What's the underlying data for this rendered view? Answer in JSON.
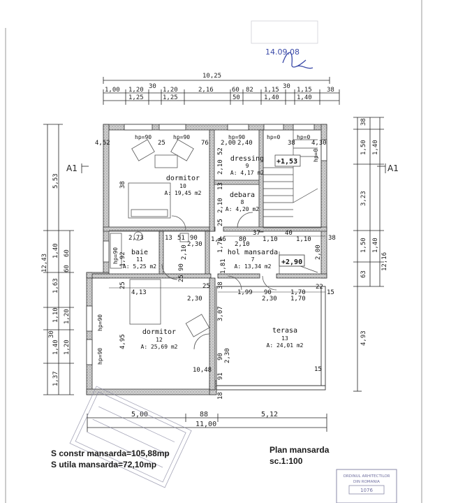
{
  "plan": {
    "title": "Plan mansarda",
    "scale": "sc.1:100",
    "signature_date": "14.09.08",
    "summary": {
      "constr": "S constr mansarda=105,88mp",
      "utila": "S utila mansarda=72,10mp"
    },
    "section_marks": [
      "A1",
      "A1"
    ]
  },
  "dimensions": {
    "top_total": "10,25",
    "top_30_a": "30",
    "top_30_b": "30",
    "top_row1": [
      "1,00",
      "1,20",
      "1,20",
      "2,16",
      "60",
      "82",
      "1,15",
      "1,15",
      "38"
    ],
    "top_row2": [
      "1,25",
      "1,25",
      "50",
      "1,40",
      "1,40"
    ],
    "left_total": "12,43",
    "left_outer": [
      "5,53",
      "1,40",
      "1,63",
      "1,10",
      "1,40",
      "1,37"
    ],
    "left_inner": [
      "60",
      "60",
      "1,20",
      "30",
      "1,20"
    ],
    "right_outer": [
      "38",
      "1,50",
      "3,23",
      "1,50",
      "63",
      "4,93"
    ],
    "right_inner": [
      "1,40",
      "1,40",
      "12,16"
    ],
    "bottom_total": "11,00",
    "bottom_row": [
      "5,00",
      "88",
      "5,12"
    ],
    "interior": [
      "4,52",
      "25",
      "76",
      "2,00",
      "2,40",
      "38",
      "4,30",
      "38",
      "52",
      "2,10",
      "13",
      "2,10",
      "25",
      "37",
      "1,46",
      "80",
      "1,10",
      "40",
      "1,10",
      "38",
      "2,73",
      "13",
      "51",
      "90",
      "2,30",
      "2,10",
      "2,00",
      "1,92",
      "2,10",
      "90",
      "1,79",
      "25",
      "25",
      "4,13",
      "25",
      "2,30",
      "38",
      "1,99",
      "90",
      "2,30",
      "1,70",
      "1,70",
      "22",
      "15",
      "3,07",
      "4,95",
      "90",
      "2,30",
      "10,48",
      "91",
      "15",
      "18",
      "1,81"
    ],
    "window_heights": [
      "hp=90",
      "hp=90",
      "hp=90",
      "hp=0",
      "hp=0",
      "hp=0",
      "hp=90",
      "hp=90",
      "hp=90"
    ],
    "levels": [
      "+1,53",
      "+2,90"
    ]
  },
  "rooms": [
    {
      "name": "dormitor",
      "number": "10",
      "area": "A: 19,45 m2"
    },
    {
      "name": "dressing",
      "number": "9",
      "area": "A: 4,17 m2"
    },
    {
      "name": "debara",
      "number": "8",
      "area": "A: 4,20 m2"
    },
    {
      "name": "baie",
      "number": "11",
      "area": "A: 5,25 m2"
    },
    {
      "name": "hol mansarda",
      "number": "7",
      "area": "A: 13,34 m2"
    },
    {
      "name": "dormitor",
      "number": "12",
      "area": "A: 25,69 m2"
    },
    {
      "name": "terasa",
      "number": "13",
      "area": "A: 24,01 m2"
    }
  ],
  "stamp_lines": [
    "ORDINUL ARHITECTILOR",
    "DIN ROMANIA",
    "1076"
  ],
  "colors": {
    "ink": "#1f1f1f",
    "wall": "#b8b8b8",
    "stamp": "#8a8aa8"
  }
}
